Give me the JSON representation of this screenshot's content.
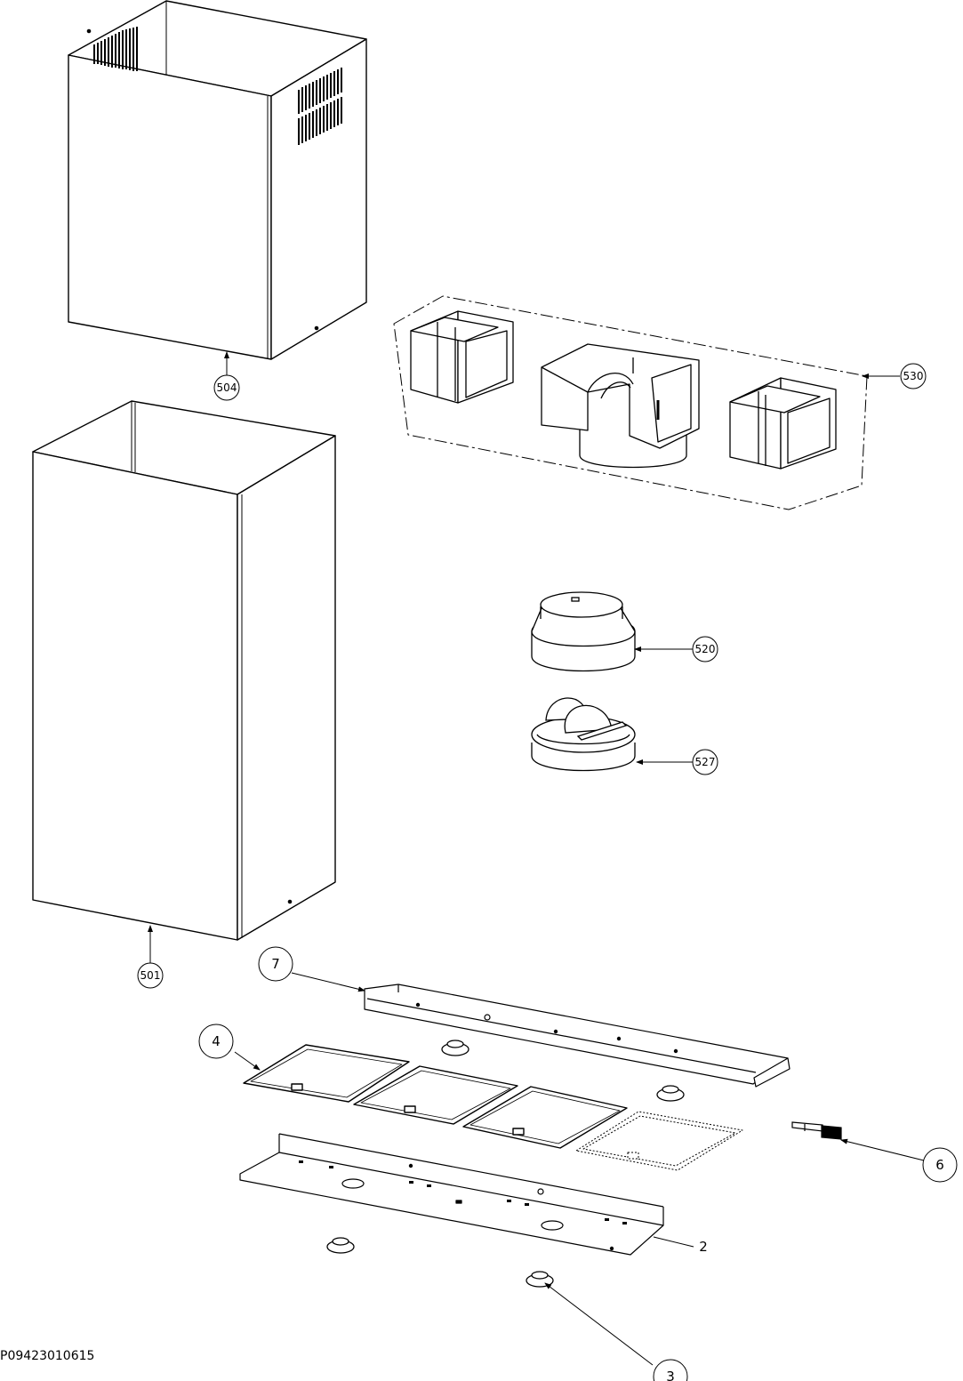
{
  "callouts": {
    "c504": "504",
    "c501": "501",
    "c530": "530",
    "c520": "520",
    "c527": "527",
    "c7": "7",
    "c4": "4",
    "c6": "6",
    "c2": "2",
    "c3": "3"
  },
  "drawing_number": "P09423010615"
}
